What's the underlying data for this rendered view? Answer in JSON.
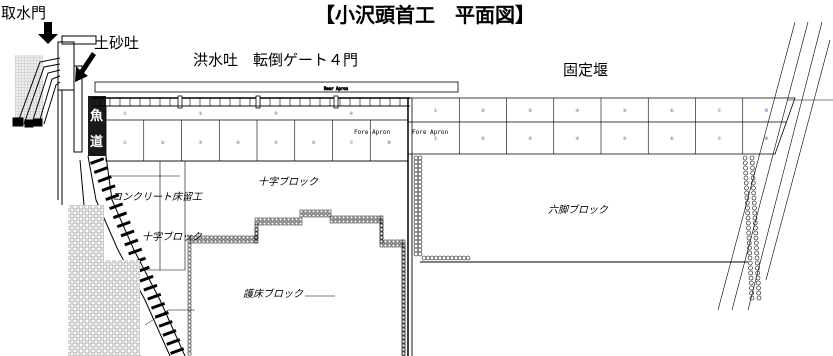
{
  "title": "【小沢頭首工　平面図】",
  "labels": {
    "intake_gate": "取水門",
    "sand_flush": "土砂吐",
    "flood_spillway": "洪水吐　転倒ゲート４門",
    "fixed_weir": "固定堰",
    "fishway": "魚道",
    "concrete_sill": "コンクリート床留工",
    "cross_block_1": "十字ブロック",
    "cross_block_2": "十字ブロック",
    "hexapod_block": "六脚ブロック",
    "bed_protection_block": "護床ブロック",
    "fore_apron_1": "Fore Apron",
    "fore_apron_2": "Fore Apron",
    "rear_apron": "Rear Apron"
  },
  "spillway_panel_numbers": [
    "①",
    "②",
    "③",
    "④",
    "⑤",
    "⑥",
    "⑦",
    "⑧"
  ],
  "weir_panel_numbers": [
    "①",
    "②",
    "③",
    "④",
    "⑤",
    "⑥",
    "⑦",
    "⑧"
  ],
  "colors": {
    "line": "#000000",
    "fishway_fill": "#1a1a1a",
    "weir_number": "#3344aa",
    "grid_fill": "#e6e6e6"
  }
}
